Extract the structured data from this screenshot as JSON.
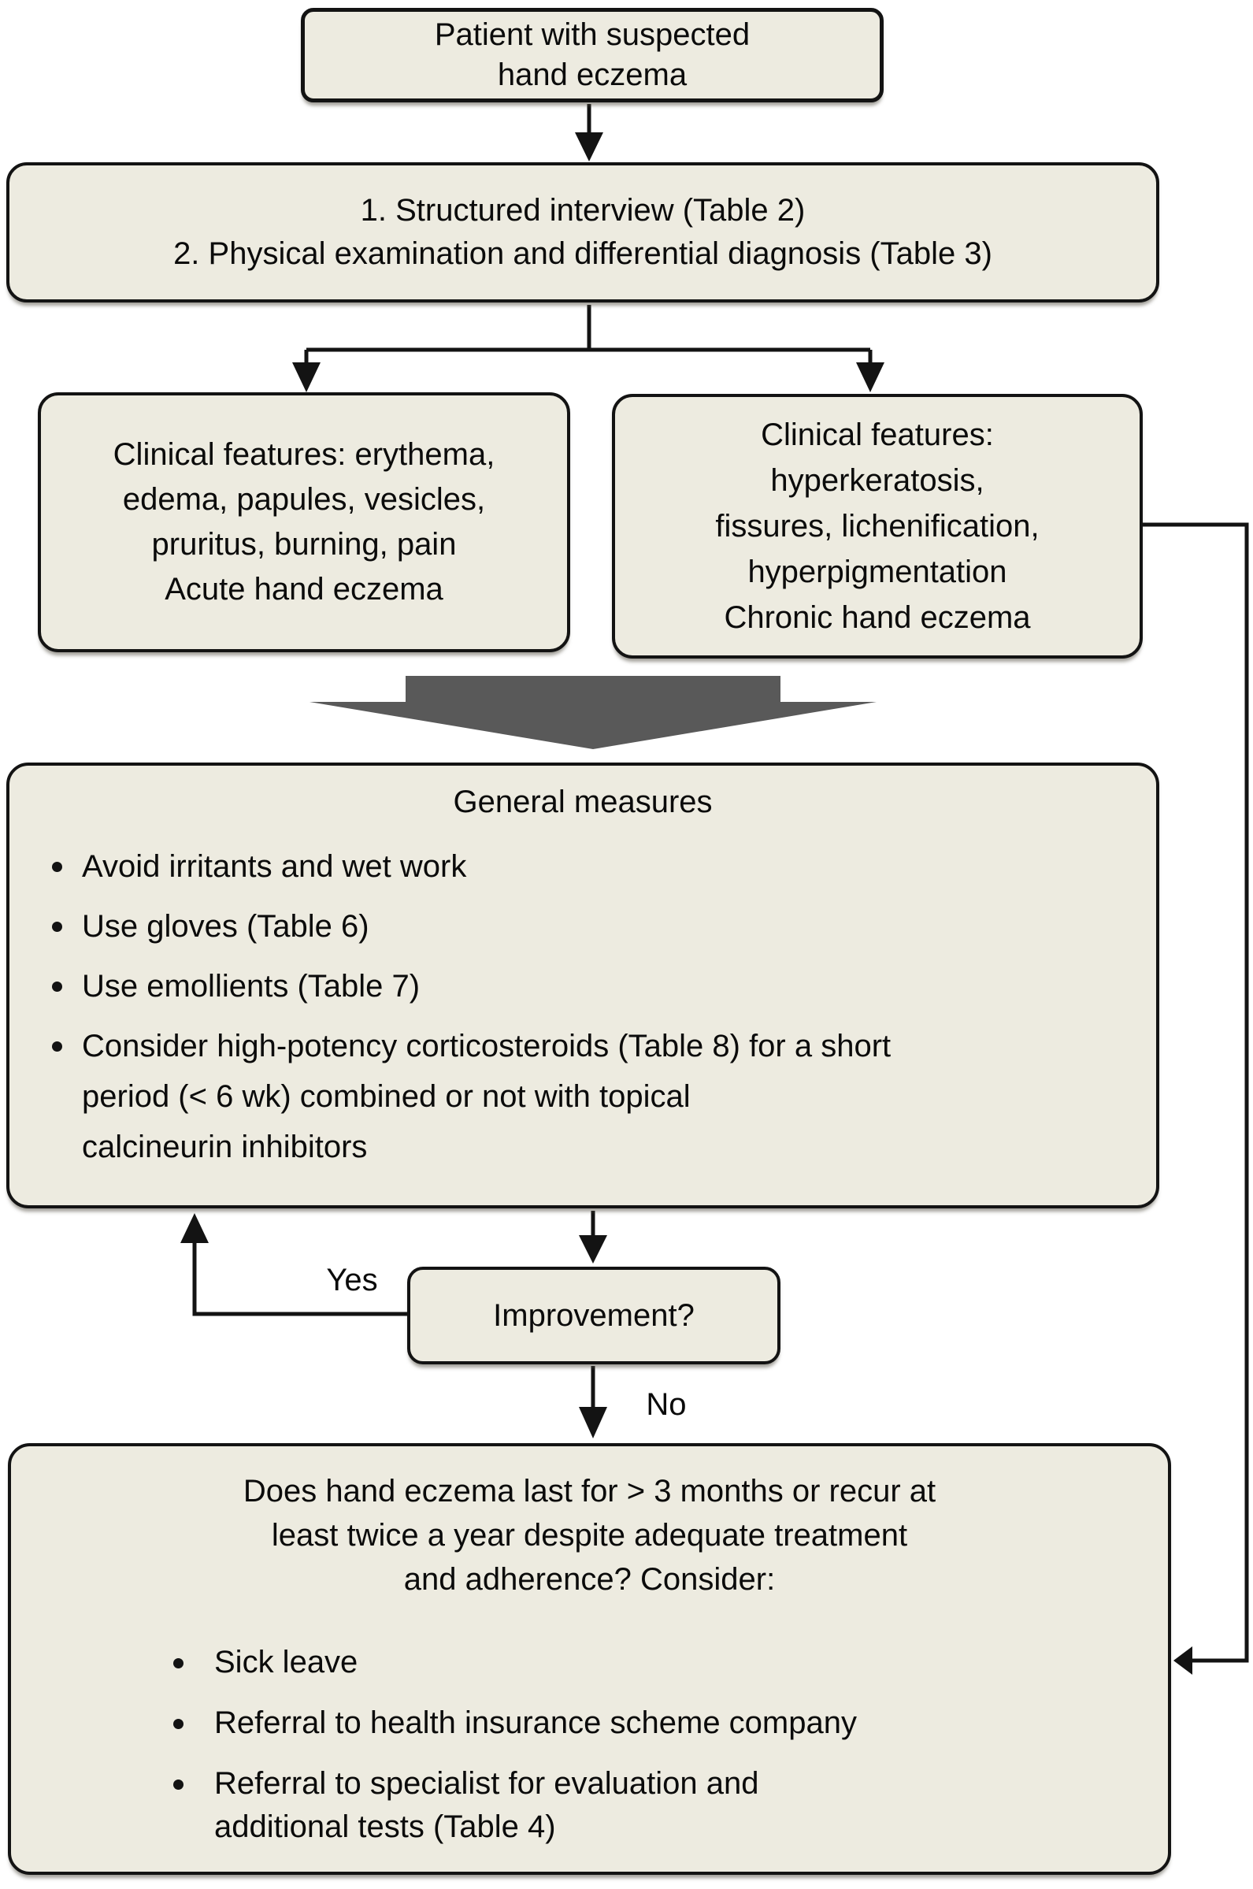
{
  "diagram_title": "Hand eczema diagnosis and treatment flowchart",
  "colors": {
    "box_fill": "#edebe0",
    "box_border": "#131313",
    "block_arrow": "#595959",
    "background": "#ffffff",
    "text": "#0b0b0b"
  },
  "nodes": {
    "patient": {
      "text": "Patient with suspected\nhand eczema"
    },
    "interview": {
      "text": "1. Structured interview (Table 2)\n2. Physical examination and differential diagnosis (Table 3)"
    },
    "acute": {
      "text": "Clinical features: erythema,\nedema, papules, vesicles,\npruritus, burning, pain\nAcute hand eczema"
    },
    "chronic": {
      "text": "Clinical features:\nhyperkeratosis,\nfissures, lichenification,\nhyperpigmentation\nChronic hand eczema"
    },
    "general_measures": {
      "title": "General measures",
      "bullets": [
        "Avoid irritants and wet work",
        "Use gloves (Table 6)",
        "Use emollients (Table 7)",
        "Consider high-potency corticosteroids (Table 8) for a short\nperiod (< 6 wk) combined or not with topical\ncalcineurin inhibitors"
      ]
    },
    "improvement": {
      "text": "Improvement?"
    },
    "persistence": {
      "question": "Does hand eczema last for > 3 months or recur at\nleast twice a year despite adequate treatment\nand adherence? Consider:",
      "bullets": [
        "Sick leave",
        "Referral to health insurance scheme company",
        "Referral to specialist for evaluation and\nadditional tests (Table 4)"
      ]
    }
  },
  "edges": [
    {
      "from": "patient",
      "to": "interview",
      "label": ""
    },
    {
      "from": "interview",
      "to": "acute",
      "label": ""
    },
    {
      "from": "interview",
      "to": "chronic",
      "label": ""
    },
    {
      "from": "clinical-features",
      "to": "general-measures",
      "label": "",
      "style": "block-arrow"
    },
    {
      "from": "general-measures",
      "to": "improvement",
      "label": ""
    },
    {
      "from": "improvement",
      "to": "general-measures",
      "label": "Yes"
    },
    {
      "from": "improvement",
      "to": "persistence",
      "label": "No"
    },
    {
      "from": "chronic",
      "to": "persistence",
      "label": ""
    }
  ]
}
